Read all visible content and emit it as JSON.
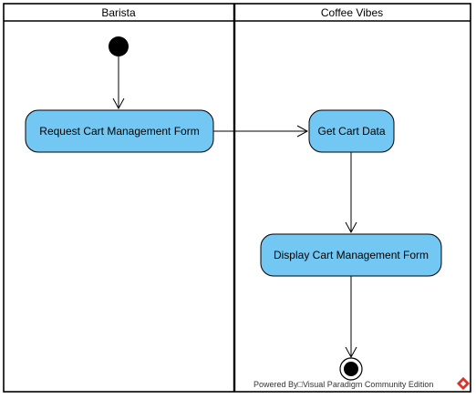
{
  "swimlanes": [
    {
      "title": "Barista"
    },
    {
      "title": "Coffee Vibes"
    }
  ],
  "actions": {
    "request_cart_form": "Request Cart Management Form",
    "get_cart_data": "Get Cart Data",
    "display_cart_form": "Display Cart Management Form"
  },
  "watermark": {
    "text": "Powered By□Visual Paradigm Community Edition"
  },
  "colors": {
    "action_fill": "#72C8F3",
    "stroke": "#000000",
    "logo_red": "#D9342B"
  }
}
